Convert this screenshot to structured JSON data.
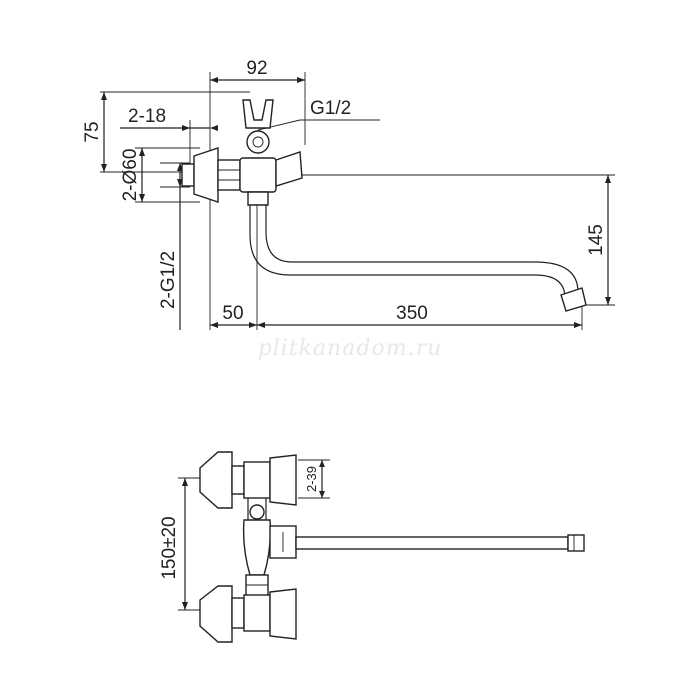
{
  "top_view": {
    "dim_width_92": "92",
    "dim_thread_g12": "G1/2",
    "dim_75": "75",
    "dim_2_18": "2-18",
    "dim_2_d60": "2-Ø60",
    "dim_2_g12": "2-G1/2",
    "dim_50": "50",
    "dim_350": "350",
    "dim_145": "145"
  },
  "watermark": "plitkanadom.ru",
  "side_view": {
    "dim_2_39": "2-39",
    "dim_150_20": "150±20"
  }
}
